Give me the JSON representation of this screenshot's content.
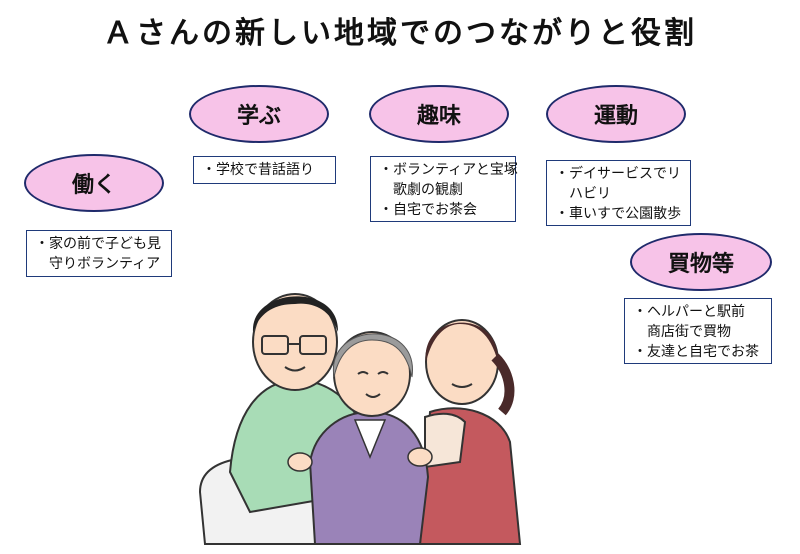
{
  "title": "Ａさんの新しい地域でのつながりと役割",
  "colors": {
    "oval_fill": "#f7c3e8",
    "oval_border": "#1f2a6b",
    "box_border": "#1f3a7a"
  },
  "categories": {
    "manabu": {
      "label": "学ぶ",
      "items": [
        "・学校で昔話語り"
      ]
    },
    "shumi": {
      "label": "趣味",
      "items": [
        "・ボランティアと宝塚",
        "　歌劇の観劇",
        "・自宅でお茶会"
      ]
    },
    "undou": {
      "label": "運動",
      "items": [
        "・デイサービスでリ",
        "　ハビリ",
        "・車いすで公園散歩"
      ]
    },
    "hataraku": {
      "label": "働く",
      "items": [
        "・家の前で子ども見",
        "　守りボランティア"
      ]
    },
    "kaimono": {
      "label": "買物等",
      "items": [
        "・ヘルパーと駅前",
        "　商店街で買物",
        "・友達と自宅でお茶"
      ]
    }
  }
}
